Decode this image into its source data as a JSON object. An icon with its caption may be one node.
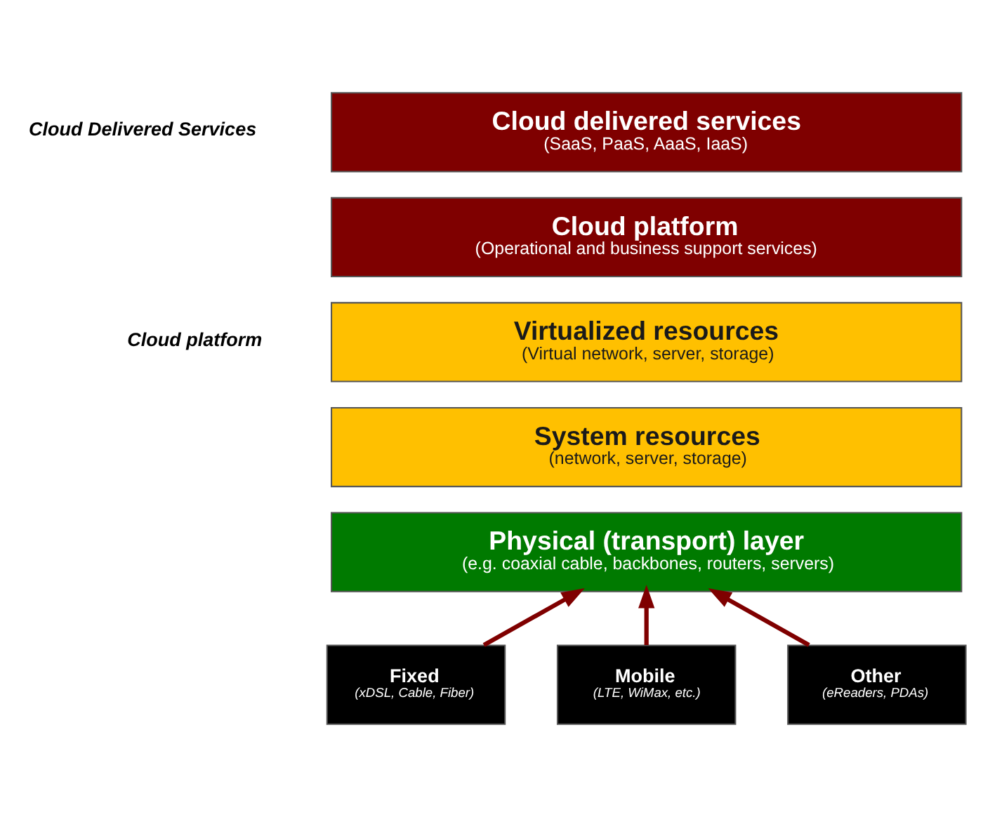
{
  "diagram": {
    "nodes": [
      {
        "text": [
          "Cloud delivered services",
          "(SaaS, PaaS, AaaS, IaaS)"
        ]
      },
      {
        "text": [
          "Cloud platform",
          "(Operational and business support services)"
        ]
      },
      {
        "text": [
          "Virtualized resources",
          "(Virtual network, server, storage)"
        ]
      },
      {
        "text": [
          "System resources",
          "(network, server, storage)"
        ]
      },
      {
        "text": [
          "Physical (transport) layer",
          "(e.g. coaxial cable, backbones, routers, servers)"
        ]
      },
      {
        "text": [
          "Fixed",
          "(xDSL, Cable, Fiber)"
        ]
      },
      {
        "text": [
          "Mobile",
          "(LTE, WiMax, etc.)"
        ]
      },
      {
        "text": [
          "Other",
          "(eReaders, PDAs)"
        ]
      }
    ],
    "edges": [
      {
        "from": 5,
        "to": 4,
        "arrow": "to"
      },
      {
        "from": 6,
        "to": 4,
        "arrow": "to"
      },
      {
        "from": 7,
        "to": 4,
        "arrow": "to"
      }
    ],
    "labels": [
      "Cloud Delivered Services",
      "Cloud platform"
    ]
  }
}
